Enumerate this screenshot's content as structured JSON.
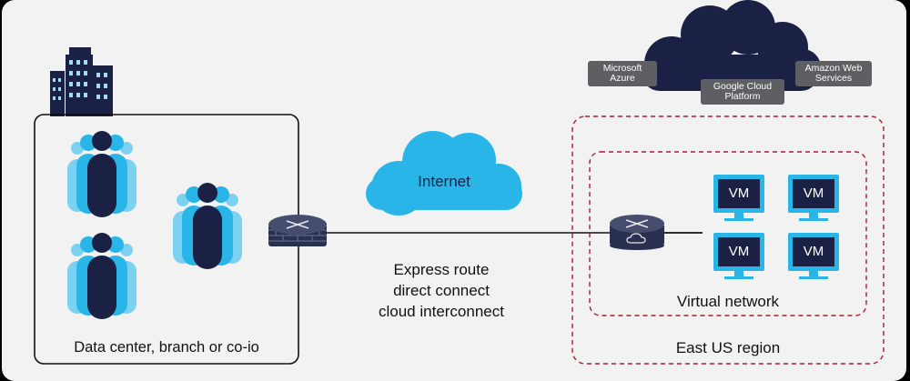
{
  "left_box": {
    "label": "Data center, branch or co-io"
  },
  "internet": {
    "label": "Internet"
  },
  "connection": {
    "lines": [
      "Express route",
      "direct connect",
      "cloud interconnect"
    ]
  },
  "clouds": [
    {
      "label": "Microsoft Azure"
    },
    {
      "label": "Google Cloud Platform"
    },
    {
      "label": "Amazon Web Services"
    }
  ],
  "vnet": {
    "label": "Virtual network"
  },
  "region": {
    "label": "East US region"
  },
  "vms": [
    "VM",
    "VM",
    "VM",
    "VM"
  ],
  "colors": {
    "navy": "#1b2145",
    "cyan": "#29b5e8",
    "light_cyan": "#7cd0f0",
    "region_border": "#a31f2c",
    "tag_bg": "#5e5f62"
  }
}
